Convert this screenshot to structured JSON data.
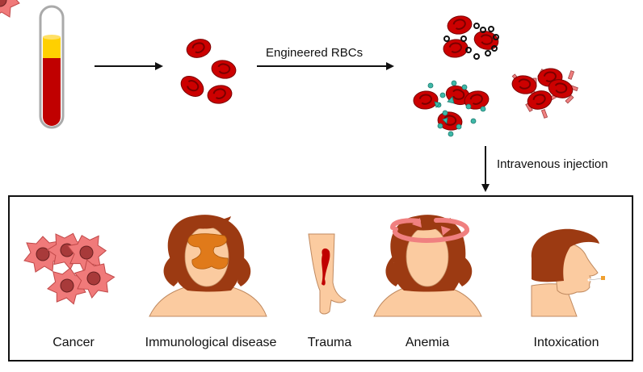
{
  "labels": {
    "engineered": "Engineered RBCs",
    "injection": "Intravenous injection"
  },
  "diseases": [
    {
      "name": "Cancer"
    },
    {
      "name": "Immunological disease"
    },
    {
      "name": "Trauma"
    },
    {
      "name": "Anemia"
    },
    {
      "name": "Intoxication"
    }
  ],
  "colors": {
    "rbc": "#cc0000",
    "rbc_dark": "#8a0000",
    "plasma": "#ffd000",
    "blood": "#c00000",
    "hair": "#9c3a12",
    "skin": "#fbcba0",
    "cancer_cell": "#f07a7a",
    "nucleus": "#a83a3a",
    "particle": "#3fb8a8",
    "receptor": "#f08080"
  }
}
